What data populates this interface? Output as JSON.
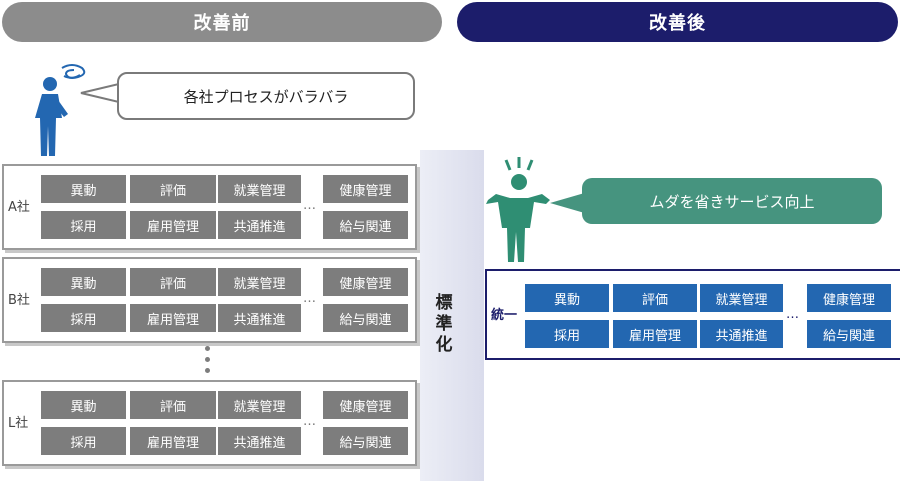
{
  "headers": {
    "before": "改善前",
    "after": "改善後"
  },
  "bubbles": {
    "before": "各社プロセスがバラバラ",
    "after": "ムダを省きサービス向上"
  },
  "band_label": [
    "標",
    "準",
    "化"
  ],
  "companies": [
    {
      "name": "A社"
    },
    {
      "name": "B社"
    },
    {
      "name": "L社"
    }
  ],
  "unified_label": "統一",
  "cells": {
    "r1": [
      "異動",
      "評価",
      "就業管理",
      "健康管理"
    ],
    "r2": [
      "採用",
      "雇用管理",
      "共通推進",
      "給与関連"
    ]
  },
  "ellipsis": "…",
  "colors": {
    "before_header": "#8c8c8c",
    "after_header": "#1c1d6b",
    "gray_cell": "#7d7d7d",
    "blue_cell": "#2367b1",
    "teal_bubble": "#46947f",
    "person_blue": "#2367b1",
    "person_teal": "#2f8e73"
  }
}
